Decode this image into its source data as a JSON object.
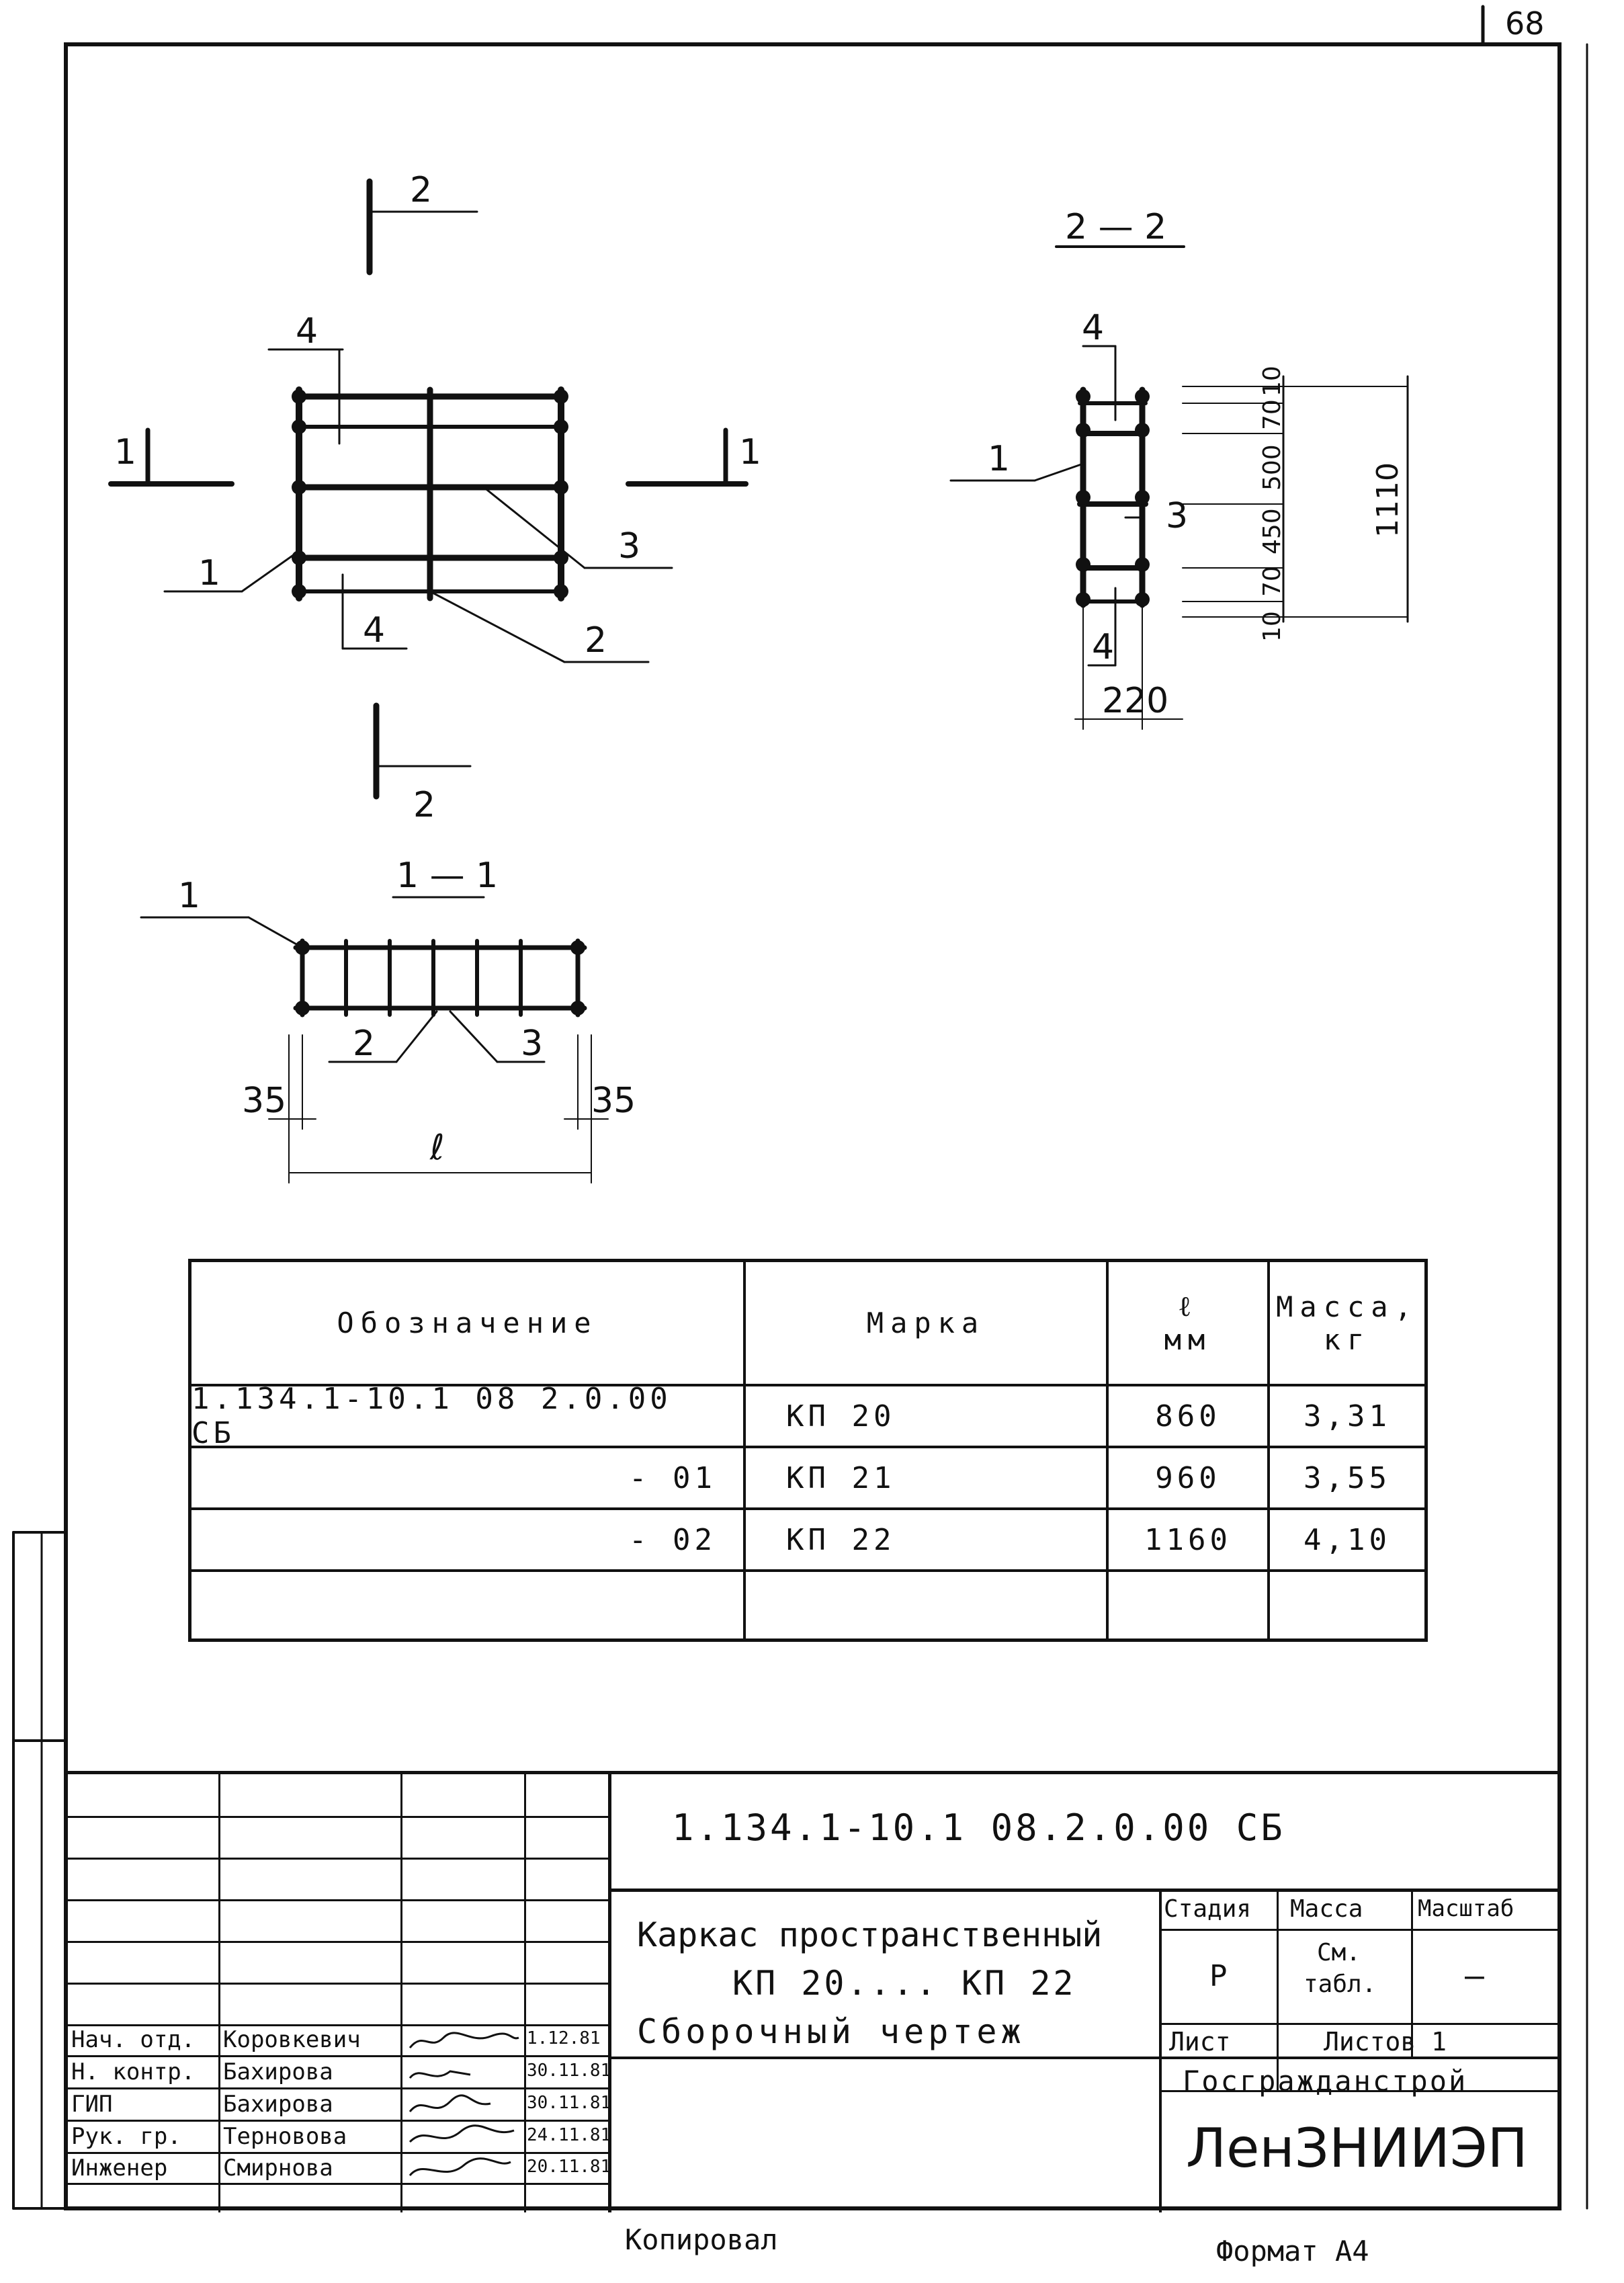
{
  "sheet": {
    "page_number": "68"
  },
  "views": {
    "plan": {
      "section_mark": "2",
      "section_mark_bottom": "2",
      "cut_mark_left": "1",
      "cut_mark_right": "1",
      "labels": [
        "4",
        "1",
        "3",
        "4",
        "2"
      ]
    },
    "section_2_2": {
      "title": "2 — 2",
      "labels": {
        "pos1": "1",
        "pos3": "3",
        "pos4_top": "4",
        "pos4_bottom": "4"
      },
      "dims": [
        "10",
        "70",
        "500",
        "450",
        "70",
        "10"
      ],
      "overall": "1110",
      "width": "220"
    },
    "section_1_1": {
      "title": "1 — 1",
      "labels": {
        "pos1": "1",
        "pos2": "2",
        "pos3": "3"
      },
      "dim_left": "35",
      "dim_right": "35",
      "length": "ℓ"
    }
  },
  "spec_table": {
    "headers": {
      "designation": "Обозначение",
      "mark": "Марка",
      "length_symbol": "ℓ",
      "length_unit": "мм",
      "mass": "Масса,",
      "mass_unit": "кг"
    },
    "rows": [
      {
        "designation": "1.134.1-10.1 08 2.0.00 СБ",
        "mark": "КП 20",
        "length": "860",
        "mass": "3,31"
      },
      {
        "designation": "- 01",
        "mark": "КП 21",
        "length": "960",
        "mass": "3,55"
      },
      {
        "designation": "- 02",
        "mark": "КП 22",
        "length": "1160",
        "mass": "4,10"
      }
    ]
  },
  "title_block": {
    "doc_code": "1.134.1-10.1 08.2.0.00 СБ",
    "name_line1": "Каркас пространственный",
    "name_line2": "КП 20.... КП 22",
    "name_line3": "Сборочный чертеж",
    "stage_header": "Стадия",
    "mass_header": "Масса",
    "scale_header": "Масштаб",
    "stage_value": "Р",
    "mass_value_1": "См.",
    "mass_value_2": "табл.",
    "scale_value": "—",
    "sheet_label": "Лист",
    "sheets_label": "Листов 1",
    "org_line1": "Госгражданстрой",
    "org_line2": "ЛенЗНИИЭП",
    "signatures": [
      {
        "role": "Нач. отд.",
        "name": "Коровкевич",
        "date": "1.12.81"
      },
      {
        "role": "Н. контр.",
        "name": "Бахирова",
        "date": "30.11.81"
      },
      {
        "role": "ГИП",
        "name": "Бахирова",
        "date": "30.11.81"
      },
      {
        "role": "Рук. гр.",
        "name": "Терновова",
        "date": "24.11.81"
      },
      {
        "role": "Инженер",
        "name": "Смирнова",
        "date": "20.11.81"
      }
    ]
  },
  "footer": {
    "copied": "Копировал",
    "format": "Формат А4"
  }
}
